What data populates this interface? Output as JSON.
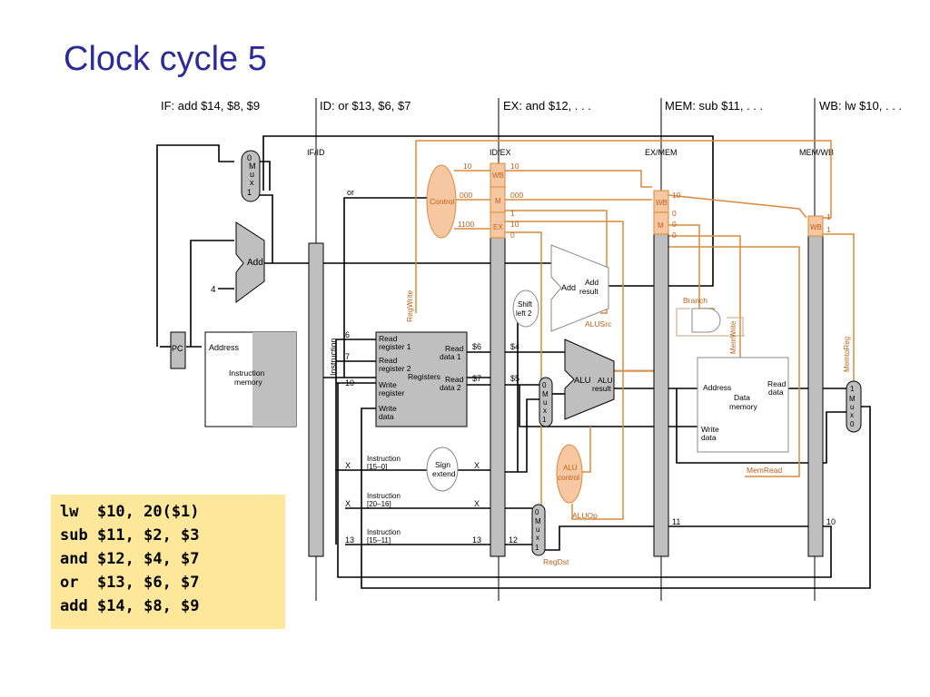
{
  "slide": {
    "title": "Clock cycle 5"
  },
  "stages": {
    "if": "IF: add $14, $8, $9",
    "id": "ID: or $13, $6, $7",
    "ex": "EX: and $12, . . .",
    "mem": "MEM: sub $11, . . .",
    "wb": "WB: lw $10, . . ."
  },
  "registers": {
    "ifid": "IF/ID",
    "idex": "ID/EX",
    "exmem": "EX/MEM",
    "memwb": "MEM/WB"
  },
  "blocks": {
    "pc": "PC",
    "mux": "Mux",
    "add": "Add",
    "four": "4",
    "imem_address": "Address",
    "imem_line1": "Instruction",
    "imem_line2": "memory",
    "instruction": "Instruction",
    "control": "Control",
    "regs_read1_a": "Read",
    "regs_read1_b": "register 1",
    "regs_read2_a": "Read",
    "regs_read2_b": "register 2",
    "regs_write_a": "Write",
    "regs_write_b": "register",
    "regs_wdata_a": "Write",
    "regs_wdata_b": "data",
    "regs_out1_a": "Read",
    "regs_out1_b": "data 1",
    "regs_out2_a": "Read",
    "regs_out2_b": "data 2",
    "registers": "Registers",
    "regwrite": "RegWrite",
    "shift_a": "Shift",
    "shift_b": "left 2",
    "add2": "Add",
    "addres_a": "Add",
    "addres_b": "result",
    "alusrc": "ALUSrc",
    "alu": "ALU",
    "alures_a": "ALU",
    "alures_b": "result",
    "aluctl_a": "ALU",
    "aluctl_b": "control",
    "aluop": "ALUOp",
    "regdst": "RegDst",
    "signext_a": "Sign",
    "signext_b": "extend",
    "branch": "Branch",
    "memwrite": "MemWrite",
    "memread": "MemRead",
    "memtoreg": "MemtoReg",
    "dmem_address": "Address",
    "dmem_line1": "Data",
    "dmem_line2": "memory",
    "dmem_read_a": "Read",
    "dmem_read_b": "data",
    "dmem_write_a": "Write",
    "dmem_write_b": "data",
    "wb": "WB",
    "m": "M",
    "ex": "EX",
    "instr_a": "Instruction",
    "instr_a2": "[15–0]",
    "instr_b": "Instruction",
    "instr_b2": "[20–16]",
    "instr_c": "Instruction",
    "instr_c2": "[15–11]"
  },
  "values": {
    "or": "or",
    "v6": "6",
    "v7": "7",
    "v10": "10",
    "s6": "$6",
    "s7": "$7",
    "s4": "$4",
    "s5": "$5",
    "x": "X",
    "v13": "13",
    "v12": "12",
    "v11": "11",
    "v10b": "10",
    "c10": "10",
    "c000": "000",
    "c1100": "1100",
    "e10": "10",
    "e000": "000",
    "e1": "1",
    "e10b": "10",
    "e0": "0",
    "m10": "10",
    "m0": "0",
    "m0b": "0",
    "w1": "1",
    "mux0": "0",
    "mux1": "1"
  },
  "code": [
    "lw  $10, 20($1)",
    "sub $11, $2, $3",
    "and $12, $4, $7",
    "or  $13, $6, $7",
    "add $14, $8, $9"
  ]
}
